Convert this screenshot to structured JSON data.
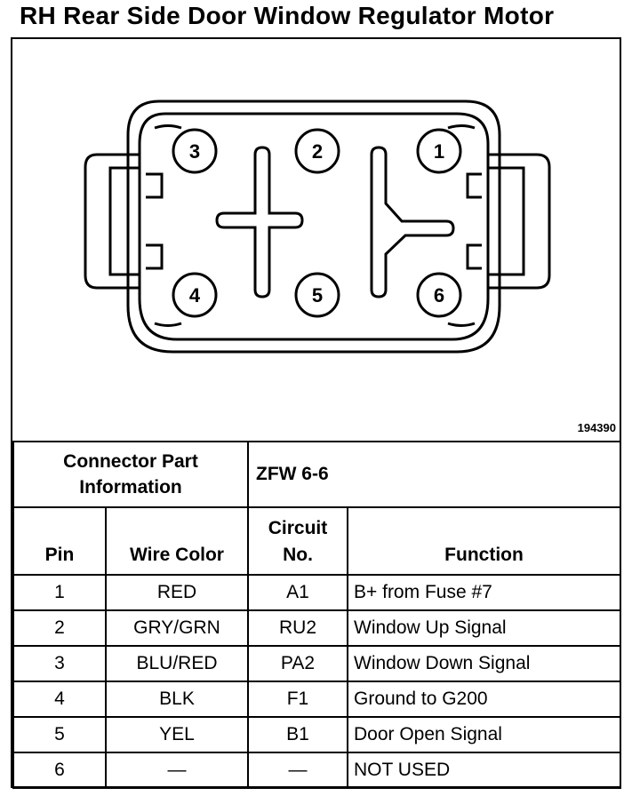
{
  "title": "RH Rear Side Door Window Regulator Motor",
  "figure_id": "194390",
  "connector": {
    "pins": [
      "1",
      "2",
      "3",
      "4",
      "5",
      "6"
    ]
  },
  "part_info": {
    "label_line1": "Connector Part",
    "label_line2": "Information",
    "value": "ZFW 6-6"
  },
  "table": {
    "headers": {
      "pin": "Pin",
      "wire_color": "Wire Color",
      "circuit_line1": "Circuit",
      "circuit_line2": "No.",
      "function": "Function"
    },
    "rows": [
      {
        "pin": "1",
        "wire_color": "RED",
        "circuit": "A1",
        "function": "B+ from Fuse #7"
      },
      {
        "pin": "2",
        "wire_color": "GRY/GRN",
        "circuit": "RU2",
        "function": "Window Up Signal"
      },
      {
        "pin": "3",
        "wire_color": "BLU/RED",
        "circuit": "PA2",
        "function": "Window Down Signal"
      },
      {
        "pin": "4",
        "wire_color": "BLK",
        "circuit": "F1",
        "function": "Ground to G200"
      },
      {
        "pin": "5",
        "wire_color": "YEL",
        "circuit": "B1",
        "function": "Door Open Signal"
      },
      {
        "pin": "6",
        "wire_color": "—",
        "circuit": "—",
        "function": "NOT USED"
      }
    ]
  }
}
